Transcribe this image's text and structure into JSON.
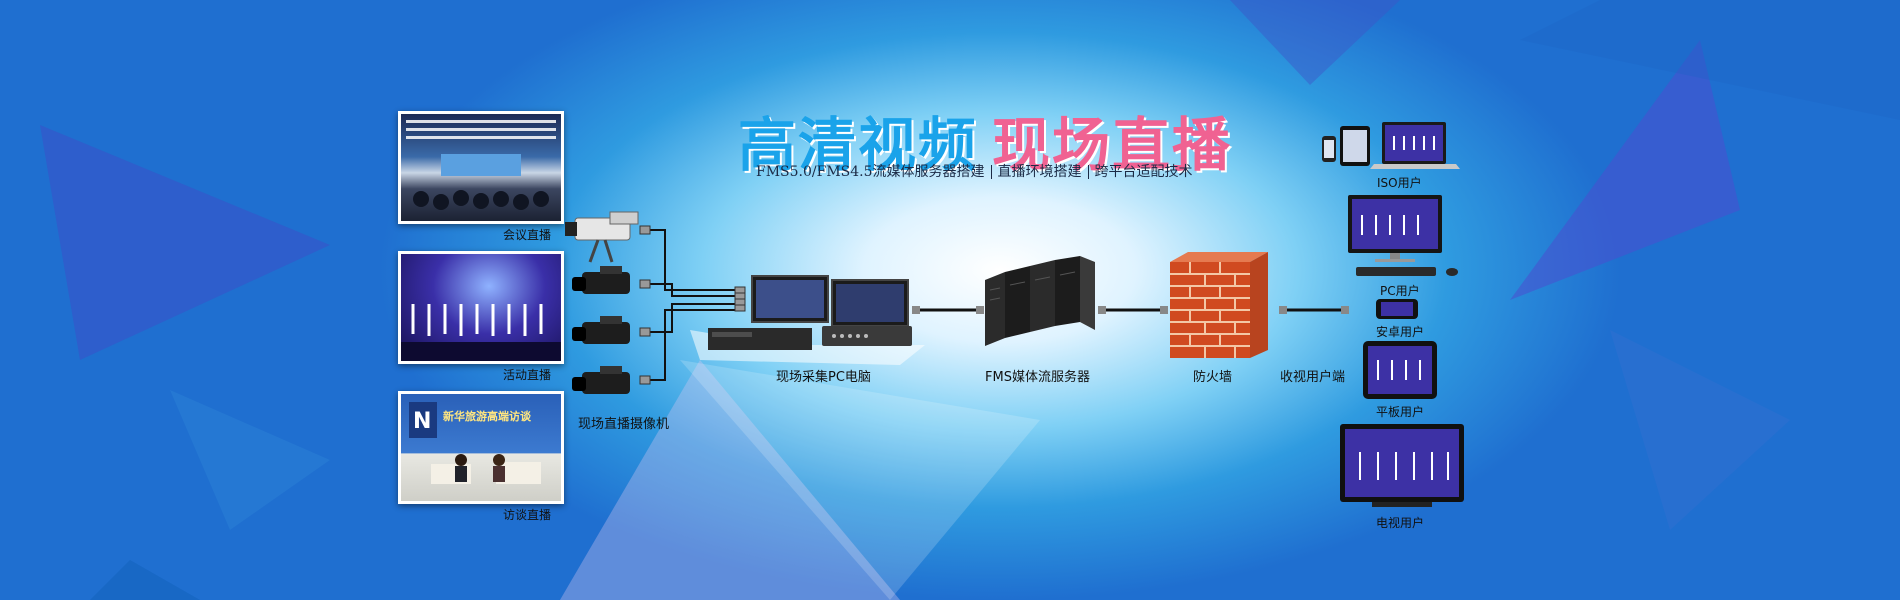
{
  "title": {
    "part1": "高清视频",
    "part2": "现场直播"
  },
  "subtitle": {
    "item1": "FMS5.0/FMS4.5流媒体服务器搭建",
    "item2": "直播环境搭建",
    "item3": "跨平台适配技术"
  },
  "sources": {
    "conference": "会议直播",
    "event": "活动直播",
    "interview": "访谈直播",
    "interview_banner": "新华旅游高端访谈"
  },
  "cameras_label": "现场直播摄像机",
  "pc_label": "现场采集PC电脑",
  "server_label": "FMS媒体流服务器",
  "firewall_label": "防火墙",
  "receiver_label": "收视用户端",
  "devices": {
    "ios": "ISO用户",
    "pc": "PC用户",
    "android": "安卓用户",
    "tablet": "平板用户",
    "tv": "电视用户"
  },
  "colors": {
    "title_blue": "#1aa3ea",
    "title_pink": "#f06292",
    "background": "#1f6fd0"
  }
}
